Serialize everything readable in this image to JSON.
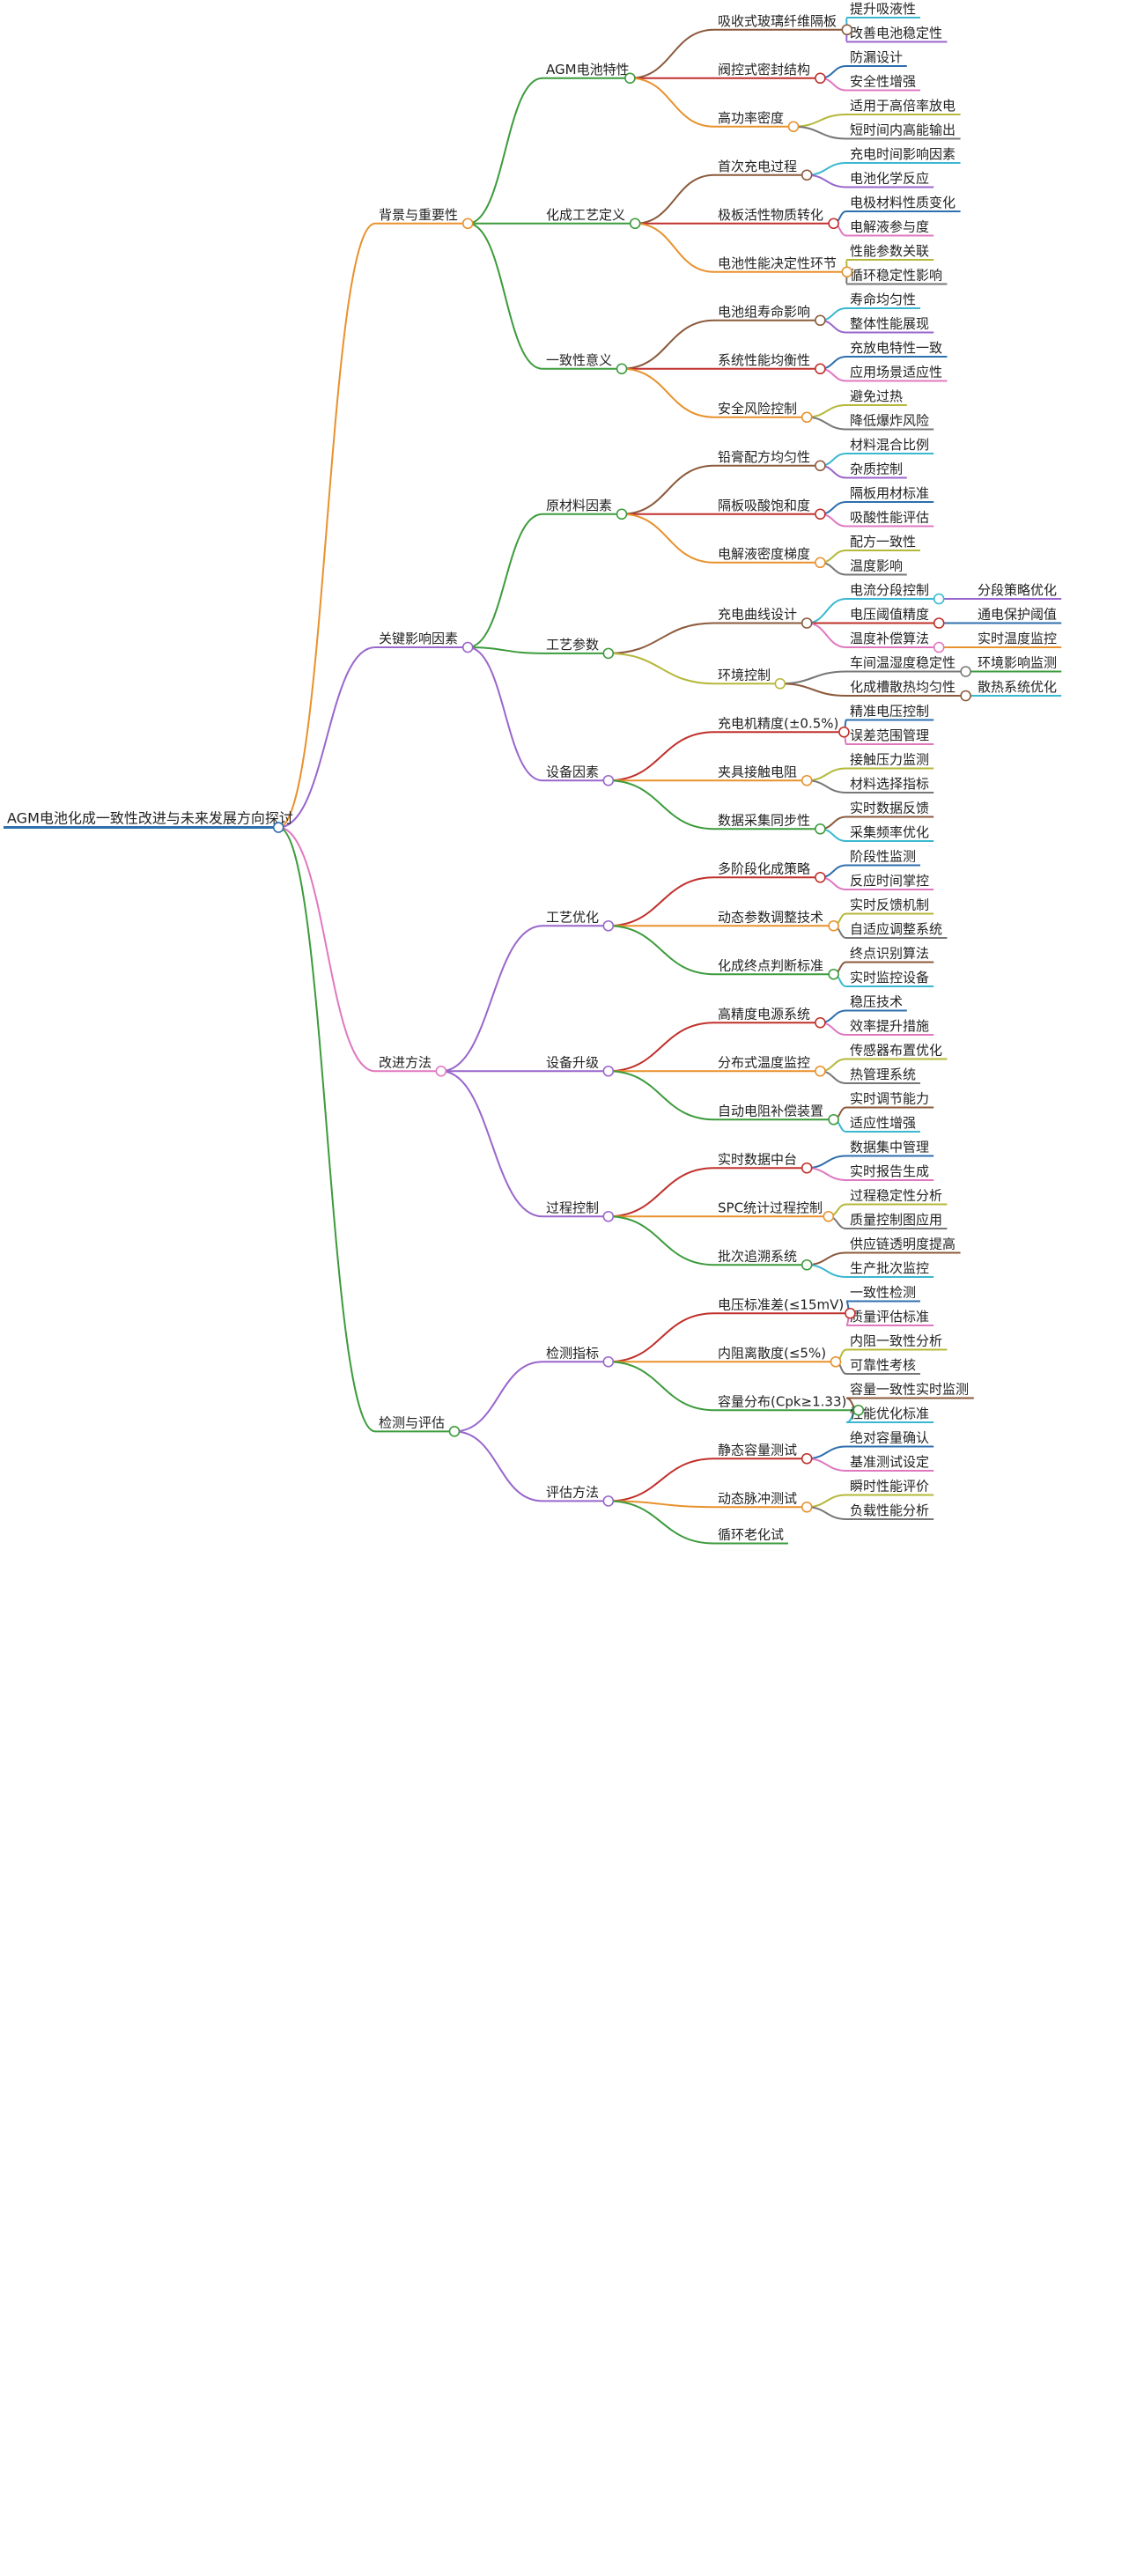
{
  "colors": {
    "orange": "#e8912d",
    "green": "#3c9b3c",
    "pink": "#e078c0",
    "brown": "#8b5a3c",
    "purple": "#9966cc",
    "blue": "#2f6fad",
    "cyan": "#3bb8d0",
    "olive": "#b5b83a",
    "red": "#c0302b",
    "gray": "#777777"
  },
  "tree": {
    "label": "AGM电池化成一致性改进与未来发展方向探讨",
    "children": [
      {
        "label": "背景与重要性",
        "children": [
          {
            "label": "AGM电池特性",
            "children": [
              {
                "label": "吸收式玻璃纤维隔板",
                "children": [
                  {
                    "label": "提升吸液性"
                  },
                  {
                    "label": "改善电池稳定性"
                  }
                ]
              },
              {
                "label": "阀控式密封结构",
                "children": [
                  {
                    "label": "防漏设计"
                  },
                  {
                    "label": "安全性增强"
                  }
                ]
              },
              {
                "label": "高功率密度",
                "children": [
                  {
                    "label": "适用于高倍率放电"
                  },
                  {
                    "label": "短时间内高能输出"
                  }
                ]
              }
            ]
          },
          {
            "label": "化成工艺定义",
            "children": [
              {
                "label": "首次充电过程",
                "children": [
                  {
                    "label": "充电时间影响因素"
                  },
                  {
                    "label": "电池化学反应"
                  }
                ]
              },
              {
                "label": "极板活性物质转化",
                "children": [
                  {
                    "label": "电极材料性质变化"
                  },
                  {
                    "label": "电解液参与度"
                  }
                ]
              },
              {
                "label": "电池性能决定性环节",
                "children": [
                  {
                    "label": "性能参数关联"
                  },
                  {
                    "label": "循环稳定性影响"
                  }
                ]
              }
            ]
          },
          {
            "label": "一致性意义",
            "children": [
              {
                "label": "电池组寿命影响",
                "children": [
                  {
                    "label": "寿命均匀性"
                  },
                  {
                    "label": "整体性能展现"
                  }
                ]
              },
              {
                "label": "系统性能均衡性",
                "children": [
                  {
                    "label": "充放电特性一致"
                  },
                  {
                    "label": "应用场景适应性"
                  }
                ]
              },
              {
                "label": "安全风险控制",
                "children": [
                  {
                    "label": "避免过热"
                  },
                  {
                    "label": "降低爆炸风险"
                  }
                ]
              }
            ]
          }
        ]
      },
      {
        "label": "关键影响因素",
        "children": [
          {
            "label": "原材料因素",
            "children": [
              {
                "label": "铅膏配方均匀性",
                "children": [
                  {
                    "label": "材料混合比例"
                  },
                  {
                    "label": "杂质控制"
                  }
                ]
              },
              {
                "label": "隔板吸酸饱和度",
                "children": [
                  {
                    "label": "隔板用材标准"
                  },
                  {
                    "label": "吸酸性能评估"
                  }
                ]
              },
              {
                "label": "电解液密度梯度",
                "children": [
                  {
                    "label": "配方一致性"
                  },
                  {
                    "label": "温度影响"
                  }
                ]
              }
            ]
          },
          {
            "label": "工艺参数",
            "children": [
              {
                "label": "充电曲线设计",
                "children": [
                  {
                    "label": "电流分段控制",
                    "children": [
                      {
                        "label": "分段策略优化"
                      }
                    ]
                  },
                  {
                    "label": "电压阈值精度",
                    "children": [
                      {
                        "label": "通电保护阈值"
                      }
                    ]
                  },
                  {
                    "label": "温度补偿算法",
                    "children": [
                      {
                        "label": "实时温度监控"
                      }
                    ]
                  }
                ]
              },
              {
                "label": "环境控制",
                "children": [
                  {
                    "label": "车间温湿度稳定性",
                    "children": [
                      {
                        "label": "环境影响监测"
                      }
                    ]
                  },
                  {
                    "label": "化成槽散热均匀性",
                    "children": [
                      {
                        "label": "散热系统优化"
                      }
                    ]
                  }
                ]
              }
            ]
          },
          {
            "label": "设备因素",
            "children": [
              {
                "label": "充电机精度(±0.5%)",
                "children": [
                  {
                    "label": "精准电压控制"
                  },
                  {
                    "label": "误差范围管理"
                  }
                ]
              },
              {
                "label": "夹具接触电阻",
                "children": [
                  {
                    "label": "接触压力监测"
                  },
                  {
                    "label": "材料选择指标"
                  }
                ]
              },
              {
                "label": "数据采集同步性",
                "children": [
                  {
                    "label": "实时数据反馈"
                  },
                  {
                    "label": "采集频率优化"
                  }
                ]
              }
            ]
          }
        ]
      },
      {
        "label": "改进方法",
        "children": [
          {
            "label": "工艺优化",
            "children": [
              {
                "label": "多阶段化成策略",
                "children": [
                  {
                    "label": "阶段性监测"
                  },
                  {
                    "label": "反应时间掌控"
                  }
                ]
              },
              {
                "label": "动态参数调整技术",
                "children": [
                  {
                    "label": "实时反馈机制"
                  },
                  {
                    "label": "自适应调整系统"
                  }
                ]
              },
              {
                "label": "化成终点判断标准",
                "children": [
                  {
                    "label": "终点识别算法"
                  },
                  {
                    "label": "实时监控设备"
                  }
                ]
              }
            ]
          },
          {
            "label": "设备升级",
            "children": [
              {
                "label": "高精度电源系统",
                "children": [
                  {
                    "label": "稳压技术"
                  },
                  {
                    "label": "效率提升措施"
                  }
                ]
              },
              {
                "label": "分布式温度监控",
                "children": [
                  {
                    "label": "传感器布置优化"
                  },
                  {
                    "label": "热管理系统"
                  }
                ]
              },
              {
                "label": "自动电阻补偿装置",
                "children": [
                  {
                    "label": "实时调节能力"
                  },
                  {
                    "label": "适应性增强"
                  }
                ]
              }
            ]
          },
          {
            "label": "过程控制",
            "children": [
              {
                "label": "实时数据中台",
                "children": [
                  {
                    "label": "数据集中管理"
                  },
                  {
                    "label": "实时报告生成"
                  }
                ]
              },
              {
                "label": "SPC统计过程控制",
                "children": [
                  {
                    "label": "过程稳定性分析"
                  },
                  {
                    "label": "质量控制图应用"
                  }
                ]
              },
              {
                "label": "批次追溯系统",
                "children": [
                  {
                    "label": "供应链透明度提高"
                  },
                  {
                    "label": "生产批次监控"
                  }
                ]
              }
            ]
          }
        ]
      },
      {
        "label": "检测与评估",
        "children": [
          {
            "label": "检测指标",
            "children": [
              {
                "label": "电压标准差(≤15mV)",
                "children": [
                  {
                    "label": "一致性检测"
                  },
                  {
                    "label": "质量评估标准"
                  }
                ]
              },
              {
                "label": "内阻离散度(≤5%)",
                "children": [
                  {
                    "label": "内阻一致性分析"
                  },
                  {
                    "label": "可靠性考核"
                  }
                ]
              },
              {
                "label": "容量分布(Cpk≥1.33)",
                "children": [
                  {
                    "label": "容量一致性实时监测"
                  },
                  {
                    "label": "性能优化标准"
                  }
                ]
              }
            ]
          },
          {
            "label": "评估方法",
            "children": [
              {
                "label": "静态容量测试",
                "children": [
                  {
                    "label": "绝对容量确认"
                  },
                  {
                    "label": "基准测试设定"
                  }
                ]
              },
              {
                "label": "动态脉冲测试",
                "children": [
                  {
                    "label": "瞬时性能评价"
                  },
                  {
                    "label": "负载性能分析"
                  }
                ]
              },
              {
                "label": "循环老化试"
              }
            ]
          }
        ]
      }
    ]
  }
}
